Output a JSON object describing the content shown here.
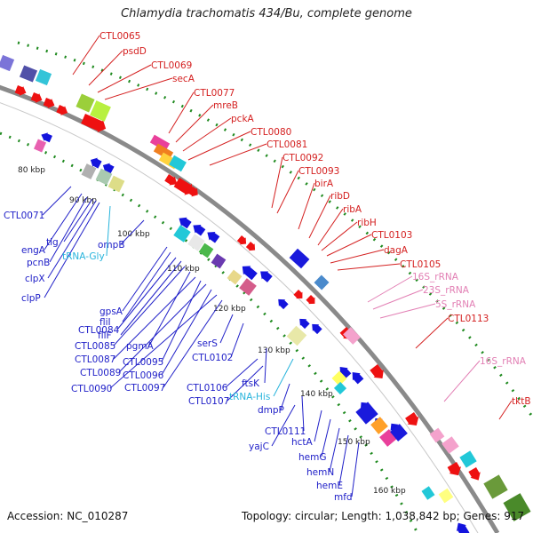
{
  "title": "Chlamydia trachomatis 434/Bu, complete genome",
  "footer": {
    "accession": "Accession: NC_010287",
    "summary": "Topology: circular; Length: 1,038,842 bp; Genes: 917"
  },
  "colors": {
    "backbone": "#8a8a8a",
    "forward_label": "#d42020",
    "reverse_label": "#2020c8",
    "rrna_label": "#e27fb4",
    "trna_label": "#28b4dc",
    "forward_gene": "#ee1111",
    "reverse_gene": "#1414dd",
    "tick_dots": "#1f8a1f"
  },
  "kbp_ticks": [
    "80 kbp",
    "90 kbp",
    "100 kbp",
    "110 kbp",
    "120 kbp",
    "130 kbp",
    "140 kbp",
    "150 kbp",
    "160 kbp"
  ],
  "forward_labels": [
    "CTL0065",
    "psdD",
    "CTL0069",
    "secA",
    "CTL0077",
    "mreB",
    "pckA",
    "CTL0080",
    "CTL0081",
    "CTL0092",
    "CTL0093",
    "birA",
    "ribD",
    "ribA",
    "ribH",
    "CTL0103",
    "dagA",
    "CTL0105",
    "CTL0113",
    "tktB"
  ],
  "rrna_labels": [
    "16S_rRNA",
    "23S_rRNA",
    "5S_rRNA",
    "16S_rRNA"
  ],
  "reverse_labels": [
    "CTL0071",
    "engA",
    "pcnB",
    "tig",
    "clpX",
    "clpP",
    "ompB",
    "gpsA",
    "fliI",
    "CTL0084",
    "fliF",
    "CTL0085",
    "pgmA",
    "CTL0087",
    "CTL0095",
    "CTL0089",
    "CTL0096",
    "CTL0090",
    "CTL0097",
    "serS",
    "CTL0102",
    "CTL0106",
    "ftsK",
    "CTL0107",
    "dmpP",
    "CTL0111",
    "yajC",
    "hctA",
    "hemG",
    "hemN",
    "hemE",
    "mfd"
  ],
  "trna_labels": [
    "tRNA-Gly",
    "tRNA-His"
  ]
}
